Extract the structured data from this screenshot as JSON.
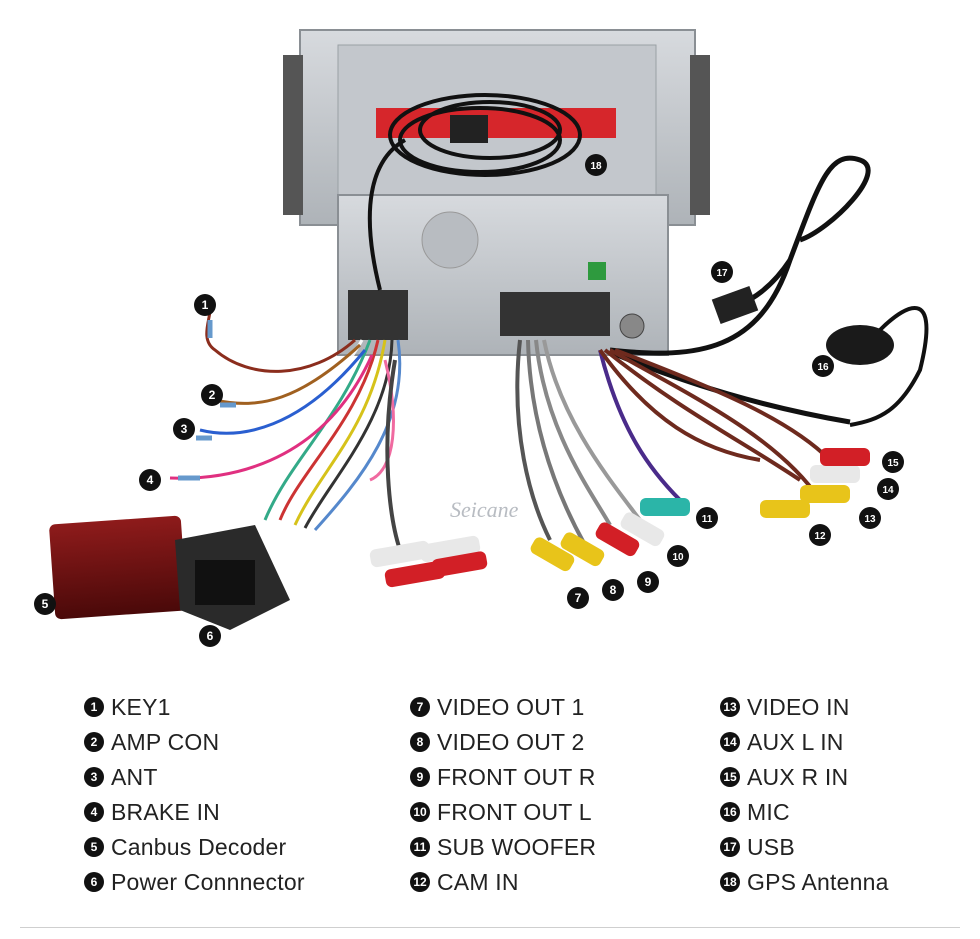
{
  "watermark": "Seicane",
  "callouts": [
    {
      "id": "1",
      "label": "KEY1"
    },
    {
      "id": "2",
      "label": "AMP CON"
    },
    {
      "id": "3",
      "label": "ANT"
    },
    {
      "id": "4",
      "label": "BRAKE IN"
    },
    {
      "id": "5",
      "label": "Canbus Decoder"
    },
    {
      "id": "6",
      "label": "Power Connnector"
    },
    {
      "id": "7",
      "label": "VIDEO OUT 1"
    },
    {
      "id": "8",
      "label": "VIDEO OUT 2"
    },
    {
      "id": "9",
      "label": "FRONT OUT R"
    },
    {
      "id": "10",
      "label": "FRONT OUT L"
    },
    {
      "id": "11",
      "label": "SUB WOOFER"
    },
    {
      "id": "12",
      "label": "CAM IN"
    },
    {
      "id": "13",
      "label": "VIDEO IN"
    },
    {
      "id": "14",
      "label": "AUX L IN"
    },
    {
      "id": "15",
      "label": "AUX R IN"
    },
    {
      "id": "16",
      "label": "MIC"
    },
    {
      "id": "17",
      "label": "USB"
    },
    {
      "id": "18",
      "label": "GPS Antenna"
    }
  ],
  "colors": {
    "unit_body": "#c9cdd2",
    "unit_panel": "#b9bdc2",
    "red_label": "#d6262b",
    "decoder": "#7a1414",
    "connector": "#2a2a2a",
    "cable": "#1a1a1a"
  }
}
